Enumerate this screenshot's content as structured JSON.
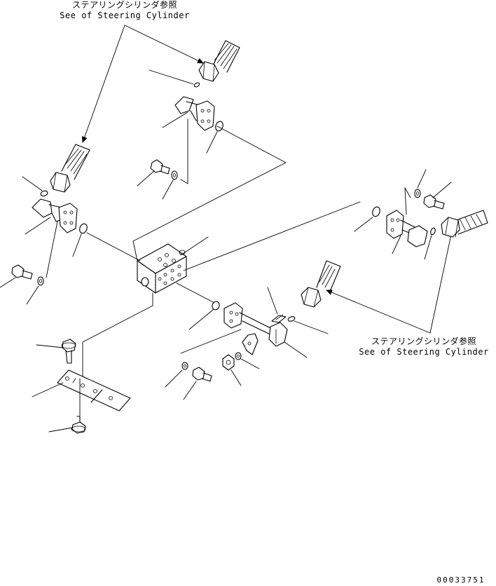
{
  "callout_top": {
    "line1": "ステアリングシリンダ参照",
    "line2": "See of Steering Cylinder"
  },
  "callout_right": {
    "line1": "ステアリングシリンダ参照",
    "line2": "See of Steering Cylinder"
  },
  "drawing_number": "00033751",
  "colors": {
    "ink": "#000000",
    "paper": "#ffffff"
  }
}
